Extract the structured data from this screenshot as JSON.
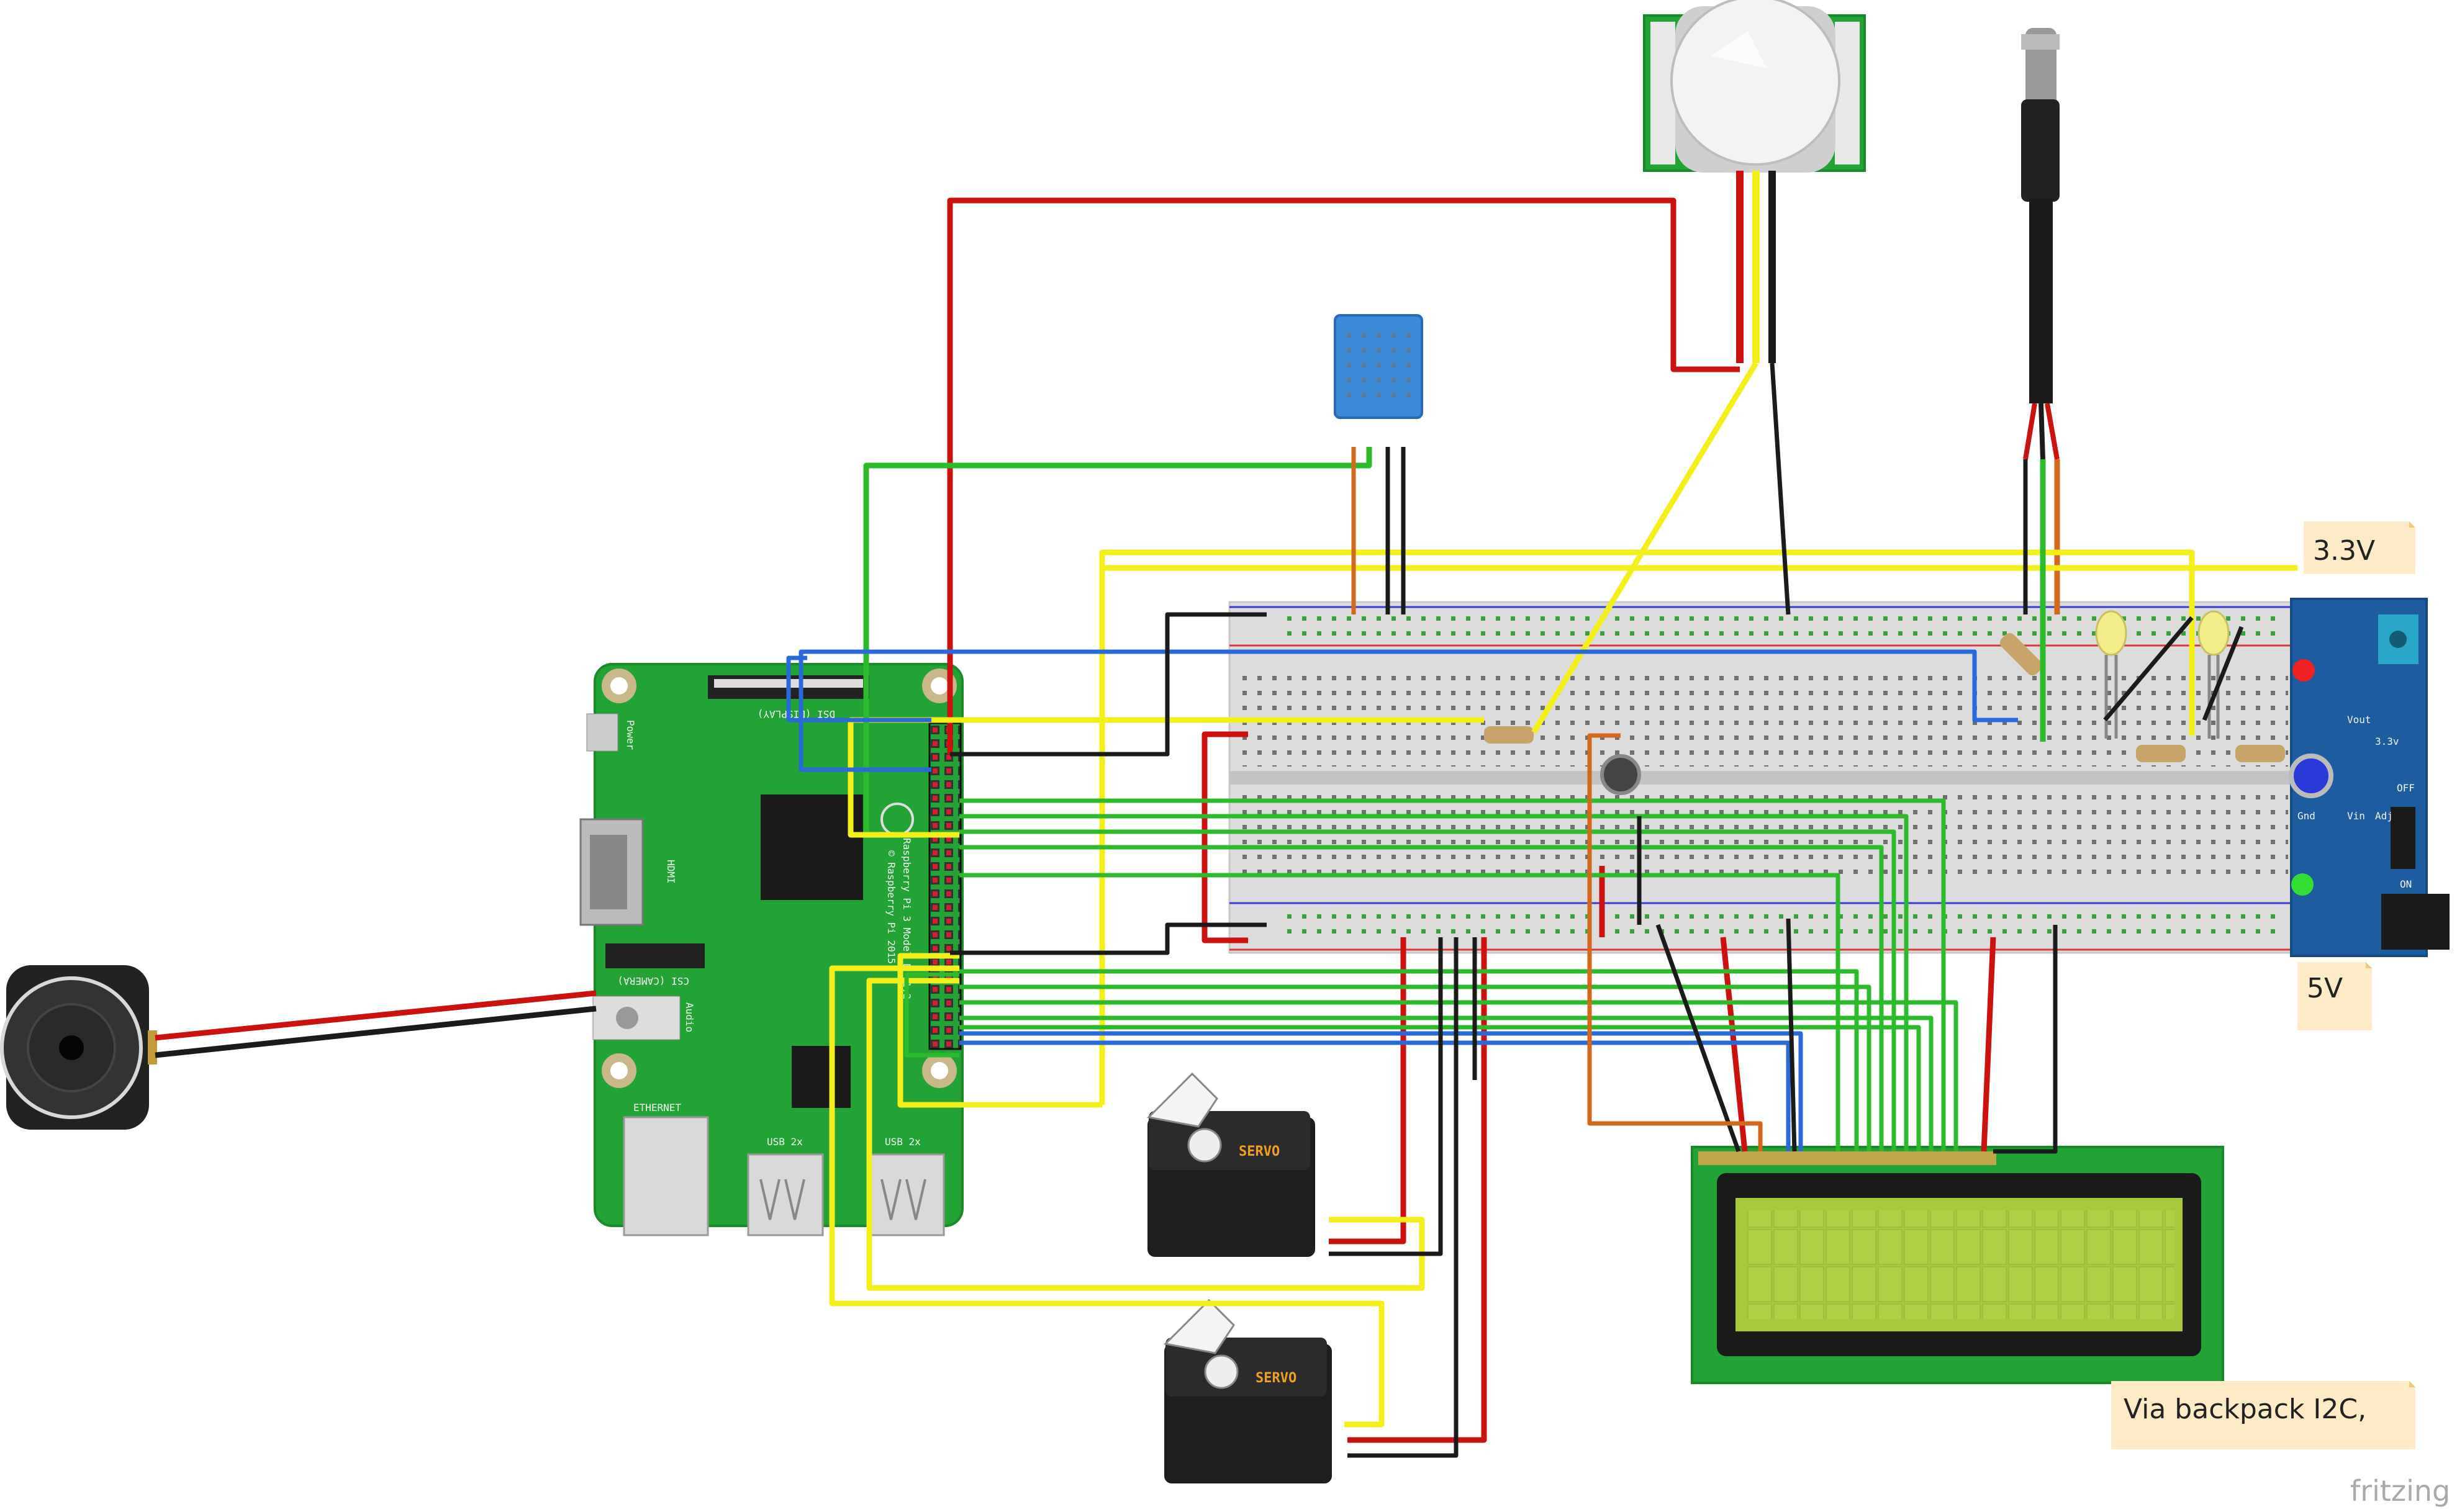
{
  "notes": {
    "v33": "3.3V",
    "v5": "5V",
    "i2c": "Via backpack I2C,"
  },
  "brand": "fritzing",
  "pi_labels": {
    "power": "Power",
    "dsi": "DSI (DISPLAY)",
    "hdmi": "HDMI",
    "csi": "CSI (CAMERA)",
    "audio": "Audio",
    "ethernet": "ETHERNET",
    "usb1": "USB 2x",
    "usb2": "USB 2x",
    "model": "Raspberry Pi 3 Model B v1.2",
    "copyright": "© Raspberry Pi 2015"
  },
  "servo_labels": [
    "SERVO",
    "SERVO"
  ],
  "psu_labels": {
    "vout": "Vout",
    "v33": "3.3v",
    "off": "OFF",
    "on": "ON",
    "adj": "Adj",
    "gnd": "Gnd",
    "vin": "Vin"
  },
  "colors": {
    "pcb_green": "#23a335",
    "wire_red": "#cc1111",
    "wire_yellow": "#f2ef1a",
    "wire_green": "#2dbb2d",
    "wire_blue": "#2a6ad8",
    "wire_black": "#1b1b1b",
    "wire_orange": "#d2691e",
    "lcd_screen": "#a8c93c",
    "note_fill": "#fdebc8"
  }
}
